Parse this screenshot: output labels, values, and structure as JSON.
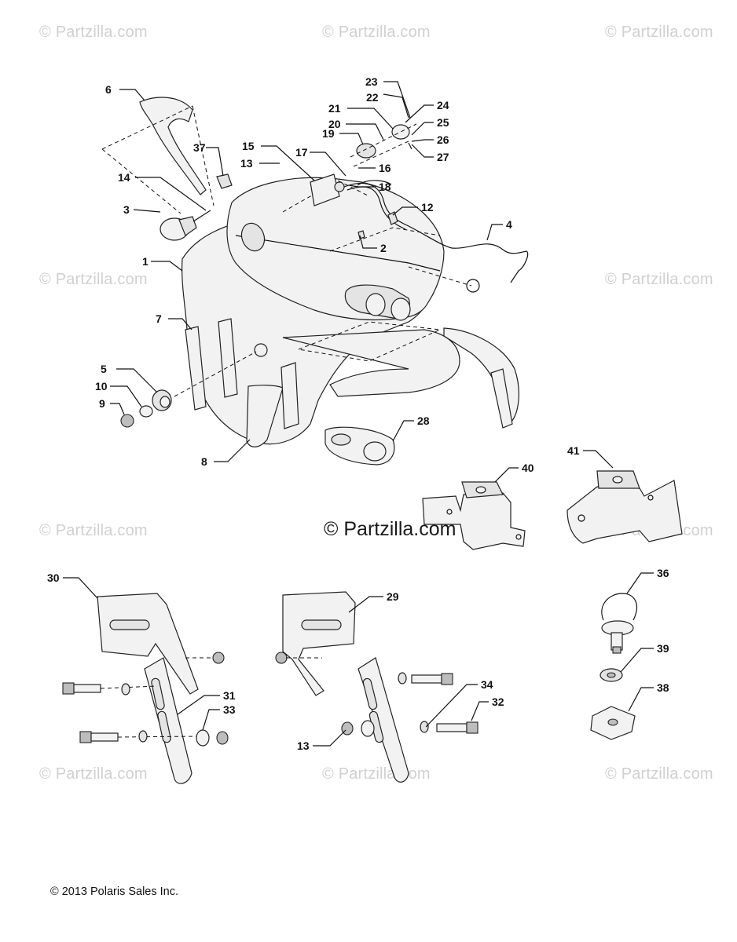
{
  "watermarks": {
    "repeat_text": "© Partzilla.com",
    "center_text": "© Partzilla.com"
  },
  "copyright": "© 2013 Polaris Sales Inc.",
  "callouts": [
    "1",
    "2",
    "3",
    "4",
    "5",
    "6",
    "7",
    "8",
    "9",
    "10",
    "12",
    "13",
    "14",
    "15",
    "16",
    "17",
    "18",
    "19",
    "20",
    "21",
    "22",
    "23",
    "24",
    "25",
    "26",
    "27",
    "28",
    "29",
    "30",
    "31",
    "32",
    "33",
    "34",
    "36",
    "37",
    "38",
    "39",
    "40",
    "41"
  ],
  "part_icons": [
    "fairing-body",
    "windshield-trim",
    "headlight-lens",
    "wiring-harness",
    "vent-cover",
    "mounting-bracket",
    "quick-release-pin",
    "grommet",
    "clip-nut",
    "bolt",
    "nut",
    "washer"
  ]
}
